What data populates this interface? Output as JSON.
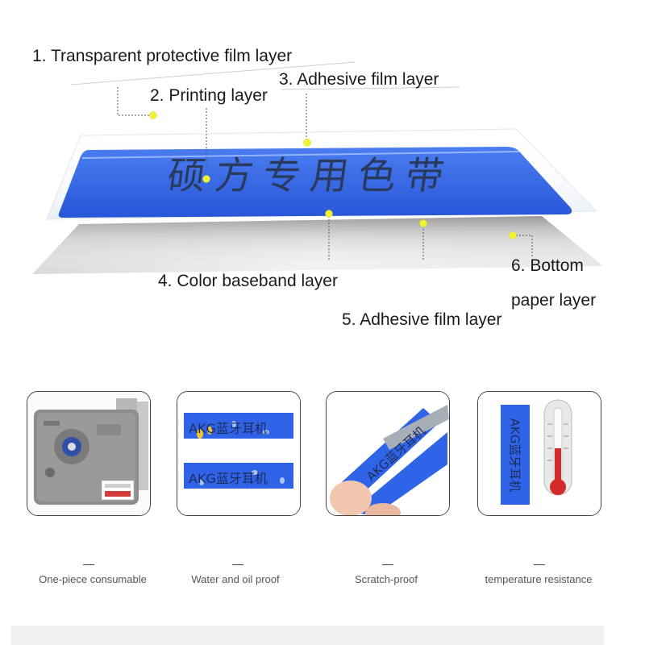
{
  "layers": {
    "l1": "1. Transparent protective film layer",
    "l2": "2. Printing layer",
    "l3": "3. Adhesive film layer",
    "l4": "4. Color baseband layer",
    "l5": "5. Adhesive film layer",
    "l6a": "6. Bottom",
    "l6b": "paper layer"
  },
  "tape_text": "硕方专用色带",
  "features": [
    {
      "label": "One-piece consumable"
    },
    {
      "label": "Water and oil proof"
    },
    {
      "label": "Scratch-proof"
    },
    {
      "label": "temperature resistance"
    }
  ],
  "samples": {
    "water_top": "AKG蓝牙耳机",
    "water_bottom": "AKG蓝牙耳机",
    "scratch": "AKG蓝牙耳机",
    "temp": "AKG蓝牙耳机"
  },
  "colors": {
    "tape_blue": "#2f63e8",
    "marker_yellow": "#f2f235"
  }
}
